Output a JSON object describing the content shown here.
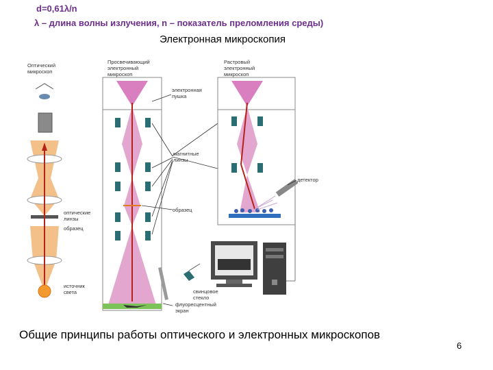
{
  "header": {
    "formula_line": "d=0,61λ/n",
    "note_line": "λ – длина волны излучения, n – показатель преломления среды)"
  },
  "title": "Электронная микроскопия",
  "figure": {
    "labels": {
      "optical_microscope": [
        "Оптический",
        "микроскоп"
      ],
      "tem": [
        "Просвечивающий",
        "электронный",
        "микроскоп"
      ],
      "sem": [
        "Растровый",
        "электронный",
        "микроскоп"
      ],
      "electron_gun": [
        "электронная",
        "пушка"
      ],
      "magnetic_lenses": [
        "магнитные",
        "линзы"
      ],
      "detector": [
        "детектор"
      ],
      "optical_lenses": [
        "оптические",
        "линзы"
      ],
      "sample_optical": [
        "образец"
      ],
      "sample_electron": [
        "образец"
      ],
      "light_source": [
        "источник",
        "света"
      ],
      "lead_glass": [
        "свинцовое",
        "стекло"
      ],
      "fluorescent_screen": [
        "флуоресцентный",
        "экран"
      ]
    },
    "colors": {
      "beam_light": "#f4c08a",
      "beam_electron": "#d97fbf",
      "ray": "#b5221a",
      "lens": "#2a6e73"
    }
  },
  "caption": "Общие принципы работы оптического и электронных микроскопов",
  "page_number": "6"
}
